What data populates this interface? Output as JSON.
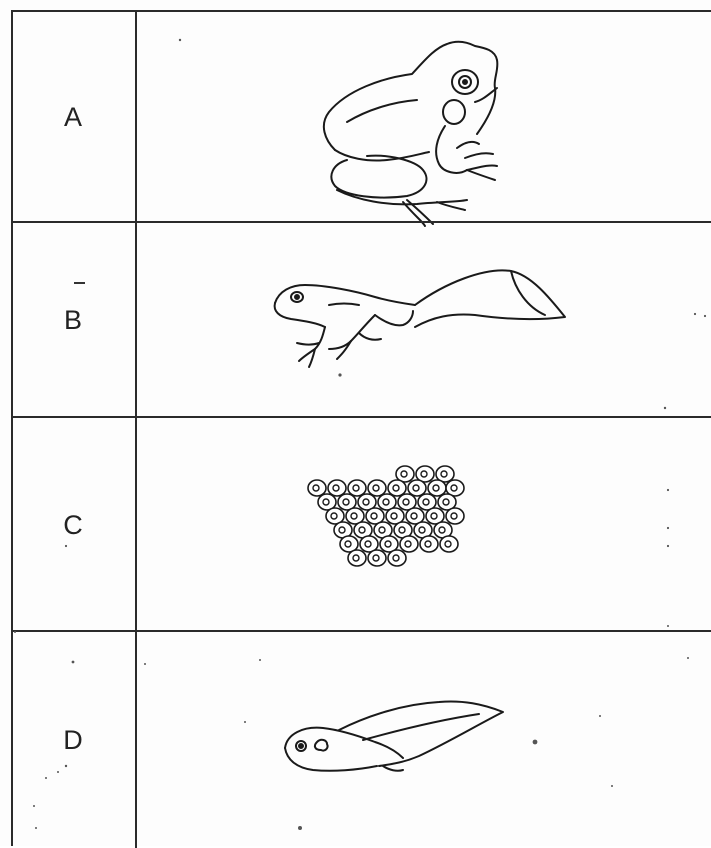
{
  "rows": [
    {
      "label": "A",
      "drawing": "adult-frog-icon"
    },
    {
      "label": "B",
      "drawing": "froglet-icon"
    },
    {
      "label": "C",
      "drawing": "frogspawn-eggs-icon"
    },
    {
      "label": "D",
      "drawing": "tadpole-icon"
    }
  ]
}
